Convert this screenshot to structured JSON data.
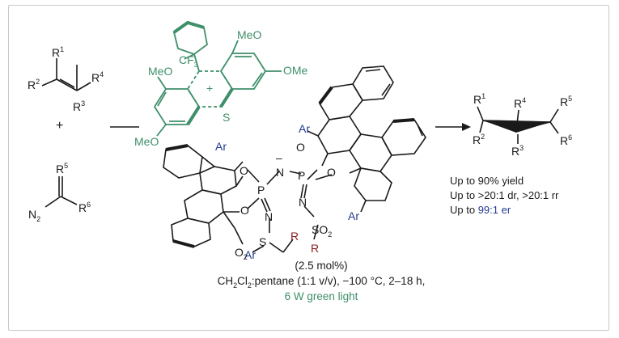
{
  "reagents": {
    "alkene": {
      "r1": "R",
      "r1_sup": "1",
      "r2": "R",
      "r2_sup": "2",
      "r3": "R",
      "r3_sup": "3",
      "r4": "R",
      "r4_sup": "4"
    },
    "plus": "+",
    "diazo": {
      "n2": "N",
      "n2_sub": "2",
      "r5": "R",
      "r5_sup": "5",
      "r6": "R",
      "r6_sup": "6"
    }
  },
  "catalyst": {
    "cation": {
      "meo_top": "MeO",
      "meo_left": "MeO",
      "ome_right": "OMe",
      "meo_bottom": "MeO",
      "cf3": "CF",
      "cf3_sub": "3",
      "charge": "+",
      "sulfur": "S"
    },
    "anion": {
      "ar_labels": [
        "Ar",
        "Ar",
        "Ar",
        "Ar"
      ],
      "o_labels": [
        "O",
        "O",
        "O",
        "O"
      ],
      "p_labels": [
        "P",
        "P"
      ],
      "n_center": "N",
      "n_charge": "–",
      "n_left": "N",
      "n_right": "N",
      "so2_left": "O",
      "so2_left_sub": "2",
      "s_left": "S",
      "so2_right": "SO",
      "so2_right_sub": "2",
      "r_labels": [
        "R",
        "R"
      ]
    }
  },
  "product": {
    "r1": "R",
    "r1_sup": "1",
    "r2": "R",
    "r2_sup": "2",
    "r3": "R",
    "r3_sup": "3",
    "r4": "R",
    "r4_sup": "4",
    "r5": "R",
    "r5_sup": "5",
    "r6": "R",
    "r6_sup": "6"
  },
  "results": {
    "line1": "Up to 90% yield",
    "line2": "Up to >20:1 dr, >20:1 rr",
    "line3_prefix": "Up to ",
    "line3_value": "99:1 er"
  },
  "conditions": {
    "loading": "(2.5 mol%)",
    "solvent_a": "CH",
    "solvent_a_sub": "2",
    "solvent_b": "Cl",
    "solvent_b_sub": "2",
    "solvent_rest": ":pentane (1:1 v/v),  −100 °C, 2–18 h,",
    "light": "6 W green light"
  },
  "colors": {
    "green": "#3f8f6a",
    "blue": "#233b8f",
    "red": "#8a1f22",
    "black": "#1a1a1a",
    "frame": "#c9c9c9"
  }
}
